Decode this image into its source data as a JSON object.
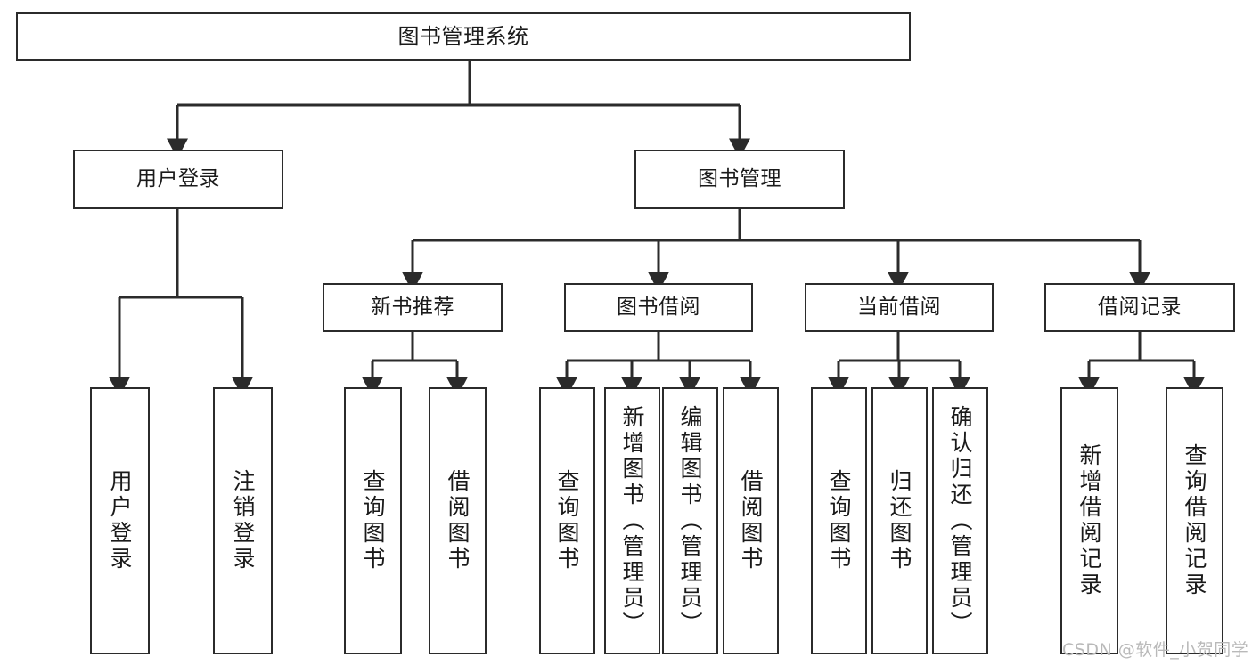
{
  "diagram": {
    "title": "图书管理系统",
    "type": "tree-hierarchy-chart",
    "colors": {
      "box_border": "#2b2b2b",
      "box_fill": "#ffffff",
      "connector": "#2b2b2b",
      "text": "#1a1a1a",
      "watermark": "#b9b9b9",
      "background": "#ffffff"
    },
    "root": {
      "id": "root",
      "label": "图书管理系统"
    },
    "level2": [
      {
        "id": "user-login",
        "label": "用户登录"
      },
      {
        "id": "book-management",
        "label": "图书管理"
      }
    ],
    "level3": [
      {
        "id": "new-book-recommend",
        "label": "新书推荐",
        "parent": "book-management"
      },
      {
        "id": "book-borrow",
        "label": "图书借阅",
        "parent": "book-management"
      },
      {
        "id": "current-borrow",
        "label": "当前借阅",
        "parent": "book-management"
      },
      {
        "id": "borrow-record",
        "label": "借阅记录",
        "parent": "book-management"
      }
    ],
    "leaves": [
      {
        "id": "leaf-user-login",
        "label": "用户登录",
        "parent": "user-login"
      },
      {
        "id": "leaf-user-logout",
        "label": "注销登录",
        "parent": "user-login"
      },
      {
        "id": "leaf-query-book-1",
        "label": "查询图书",
        "parent": "new-book-recommend"
      },
      {
        "id": "leaf-borrow-book-1",
        "label": "借阅图书",
        "parent": "new-book-recommend"
      },
      {
        "id": "leaf-query-book-2",
        "label": "查询图书",
        "parent": "book-borrow"
      },
      {
        "id": "leaf-add-book",
        "label": "新增图书（管理员）",
        "parent": "book-borrow"
      },
      {
        "id": "leaf-edit-book",
        "label": "编辑图书（管理员）",
        "parent": "book-borrow"
      },
      {
        "id": "leaf-borrow-book-2",
        "label": "借阅图书",
        "parent": "book-borrow"
      },
      {
        "id": "leaf-query-book-3",
        "label": "查询图书",
        "parent": "current-borrow"
      },
      {
        "id": "leaf-return-book",
        "label": "归还图书",
        "parent": "current-borrow"
      },
      {
        "id": "leaf-confirm-return",
        "label": "确认归还（管理员）",
        "parent": "current-borrow"
      },
      {
        "id": "leaf-add-record",
        "label": "新增借阅记录",
        "parent": "borrow-record"
      },
      {
        "id": "leaf-query-record",
        "label": "查询借阅记录",
        "parent": "borrow-record"
      }
    ],
    "watermark": "CSDN @软件_小贺同学"
  }
}
